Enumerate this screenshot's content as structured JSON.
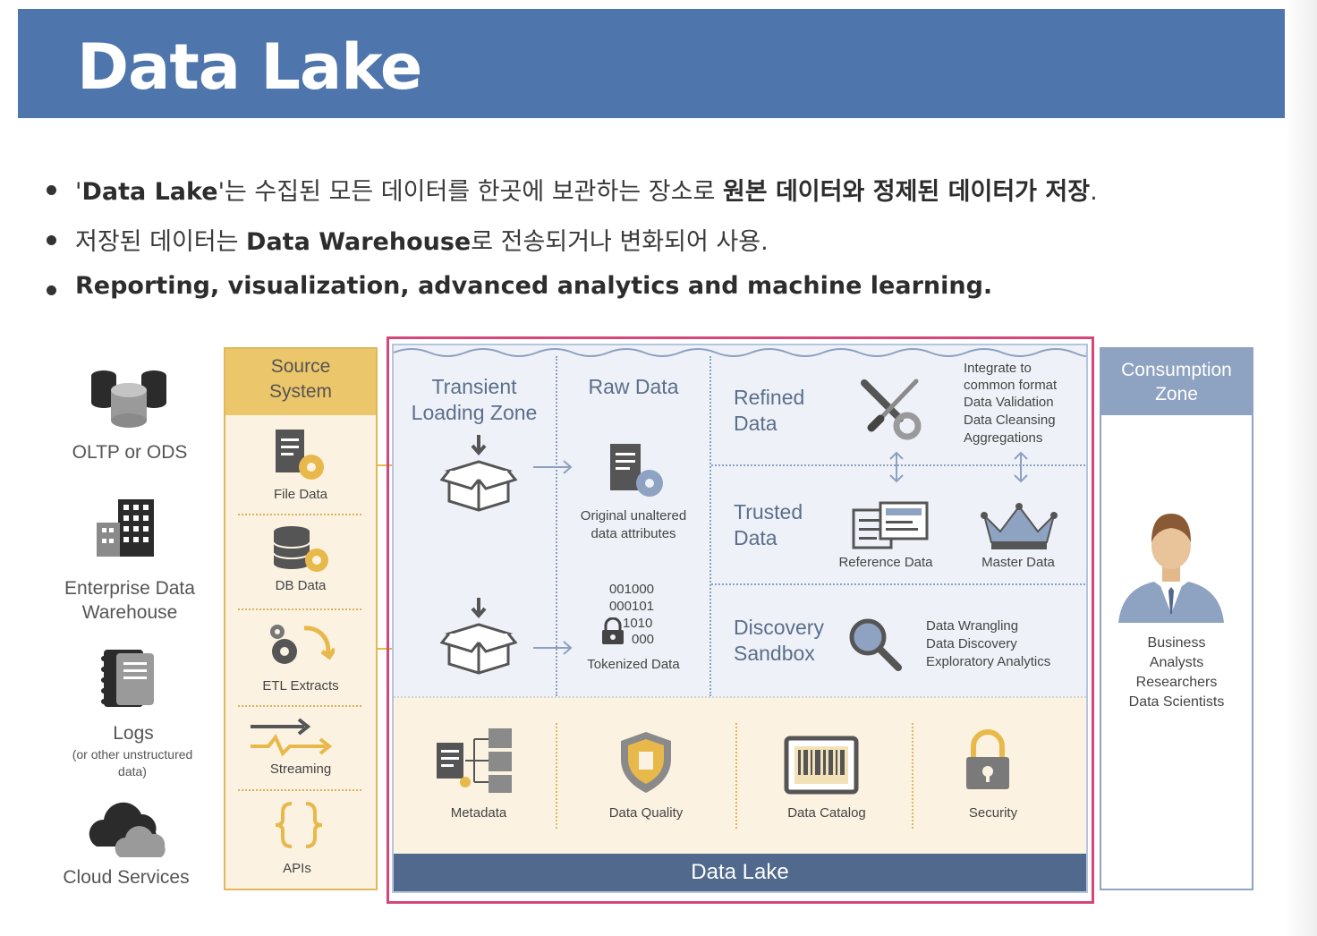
{
  "title": "Data Lake",
  "bullets": [
    {
      "pre": "'",
      "b1": "Data Lake",
      "mid": "'는 수집된 모든 데이터를 한곳에 보관하는 장소로 ",
      "b2": "원본 데이터와 정제된 데이터가 저장",
      "post": "."
    },
    {
      "pre": "저장된 데이터는 ",
      "b1": "Data Warehouse",
      "post": "로 전송되거나 변화되어 사용."
    },
    {
      "b1": "Reporting, visualization, advanced analytics and machine learning."
    }
  ],
  "sources": {
    "oltp": "OLTP or ODS",
    "edw_line1": "Enterprise Data",
    "edw_line2": "Warehouse",
    "logs": "Logs",
    "logs_sub1": "(or other unstructured",
    "logs_sub2": "data)",
    "cloud": "Cloud Services"
  },
  "source_system": {
    "head1": "Source",
    "head2": "System",
    "items": [
      "File Data",
      "DB Data",
      "ETL Extracts",
      "Streaming",
      "APIs"
    ]
  },
  "lake": {
    "transient1": "Transient",
    "transient2": "Loading Zone",
    "raw": "Raw Data",
    "raw_caption1": "Original unaltered",
    "raw_caption2": "data attributes",
    "bin1": "001000",
    "bin2": "000101",
    "bin3": "1010",
    "bin4": "000",
    "tokenized": "Tokenized Data",
    "refined1": "Refined",
    "refined2": "Data",
    "refined_notes": [
      "Integrate to",
      "common format",
      "Data Validation",
      "Data Cleansing",
      "Aggregations"
    ],
    "trusted1": "Trusted",
    "trusted2": "Data",
    "reference": "Reference Data",
    "master": "Master Data",
    "discovery1": "Discovery",
    "discovery2": "Sandbox",
    "discovery_notes": [
      "Data Wrangling",
      "Data Discovery",
      "Exploratory Analytics"
    ],
    "governance": [
      "Metadata",
      "Data Quality",
      "Data Catalog",
      "Security"
    ],
    "bar": "Data Lake"
  },
  "consumption": {
    "head1": "Consumption",
    "head2": "Zone",
    "users": [
      "Business",
      "Analysts",
      "Researchers",
      "Data Scientists"
    ]
  },
  "colors": {
    "header": "#4f75ad",
    "gold": "#ebc66a",
    "lake_bar": "#50698c",
    "outline": "#d4477a",
    "consumption": "#8ea2c2"
  }
}
